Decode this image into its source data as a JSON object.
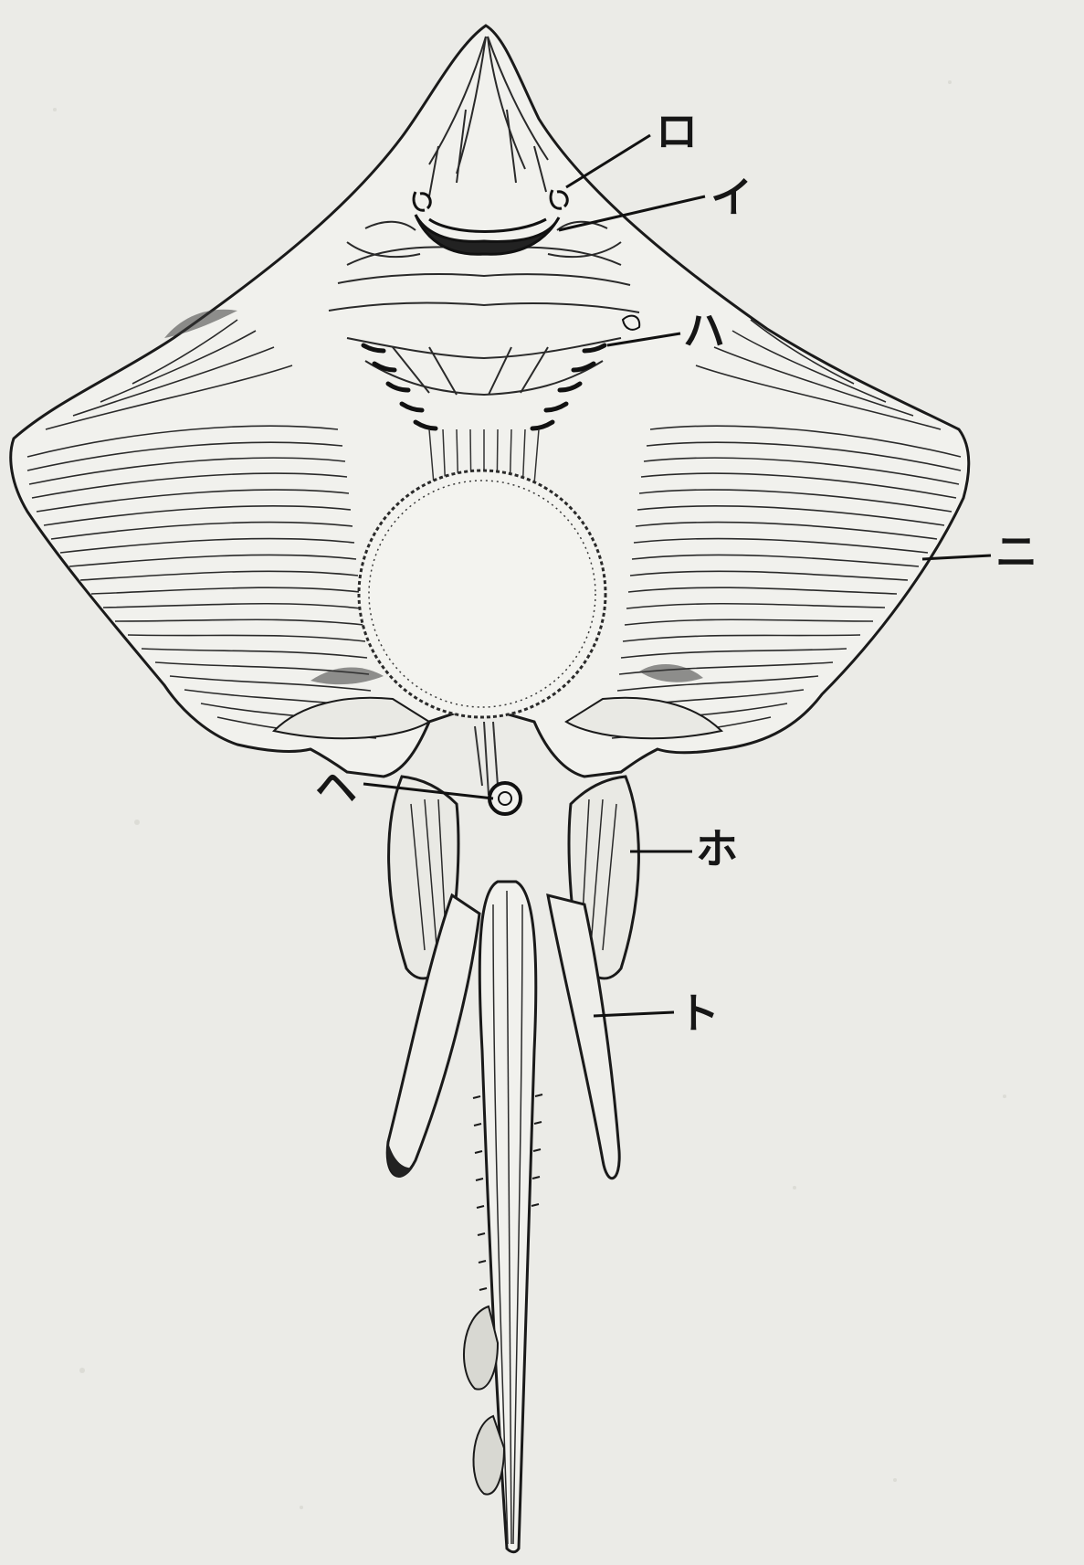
{
  "figure": {
    "subject": "ray-ventral-view",
    "ink_color": "#1a1a1a",
    "paper_color": "#ebebe7"
  },
  "labels": {
    "ro": "ロ",
    "i": "イ",
    "ha": "ハ",
    "ni": "ニ",
    "he": "ヘ",
    "ho": "ホ",
    "to": "ト"
  }
}
